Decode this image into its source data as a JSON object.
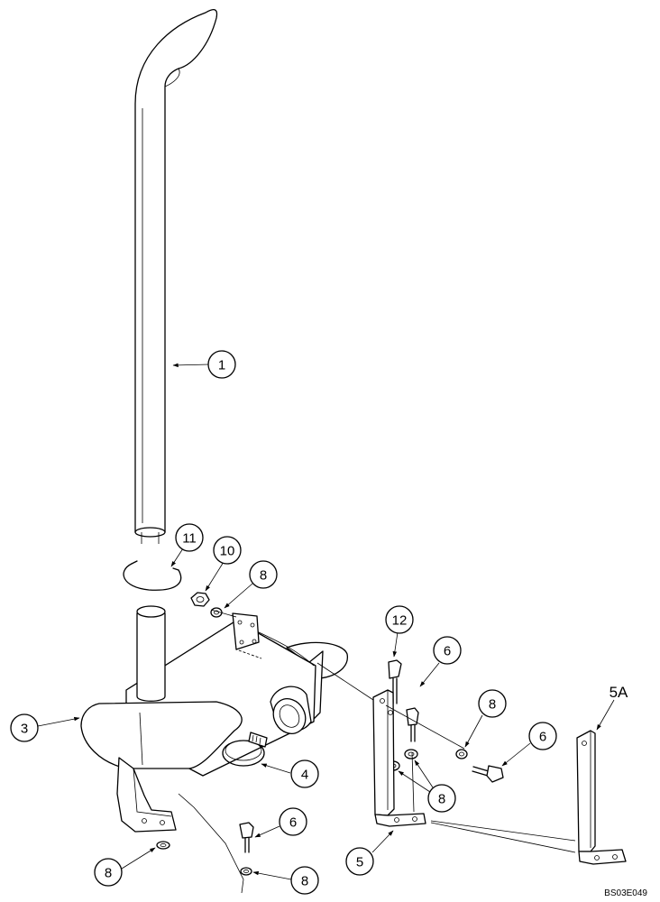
{
  "diagram": {
    "figure_id": "BS03E049",
    "callouts": [
      {
        "id": "c1",
        "label": "1"
      },
      {
        "id": "c11",
        "label": "11"
      },
      {
        "id": "c10",
        "label": "10"
      },
      {
        "id": "c8a",
        "label": "8"
      },
      {
        "id": "c3",
        "label": "3"
      },
      {
        "id": "c4",
        "label": "4"
      },
      {
        "id": "c12",
        "label": "12"
      },
      {
        "id": "c6a",
        "label": "6"
      },
      {
        "id": "c8b",
        "label": "8"
      },
      {
        "id": "c6b",
        "label": "6"
      },
      {
        "id": "c8c",
        "label": "8"
      },
      {
        "id": "c5",
        "label": "5"
      },
      {
        "id": "c5A",
        "label": "5A"
      },
      {
        "id": "c6c",
        "label": "6"
      },
      {
        "id": "c8d",
        "label": "8"
      },
      {
        "id": "c8e",
        "label": "8"
      }
    ]
  }
}
